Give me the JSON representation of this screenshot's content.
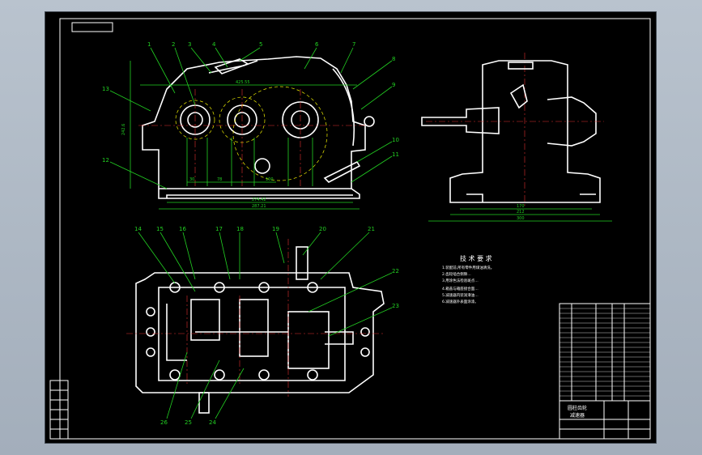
{
  "drawing": {
    "part_labels": [
      "1",
      "2",
      "3",
      "4",
      "5",
      "6",
      "7",
      "8",
      "9",
      "10",
      "11",
      "12",
      "13",
      "14",
      "15",
      "16",
      "17",
      "18",
      "19",
      "20",
      "21",
      "22",
      "23",
      "24",
      "25",
      "26"
    ],
    "front_dimensions": {
      "top": "425.55",
      "height": "242.6",
      "base_inner": "274.42",
      "base_outer": "287.21",
      "d1": "30",
      "d2": "78",
      "d3": "100"
    },
    "side_dimensions": {
      "d1": "170",
      "d2": "212",
      "d3": "300"
    },
    "tech_requirements": {
      "title": "技 术 要 求",
      "notes": [
        "1.装配前,所有零件用煤油清洗。",
        "2.齿轮啮合侧隙…",
        "3.用涂色法检验斑点…",
        "4.箱盖与箱座接合面…",
        "5.减速器内装润滑油…",
        "6.减速器外表面涂漆。"
      ]
    },
    "title_block": {
      "name_line1": "圆柱齿轮",
      "name_line2": "减速器"
    }
  },
  "colors": {
    "sheet": "#000000",
    "outline": "#ffffff",
    "dimension": "#22d022",
    "hidden": "#f0f000",
    "center": "#e03030",
    "window_bg": "#b9c3ce"
  }
}
